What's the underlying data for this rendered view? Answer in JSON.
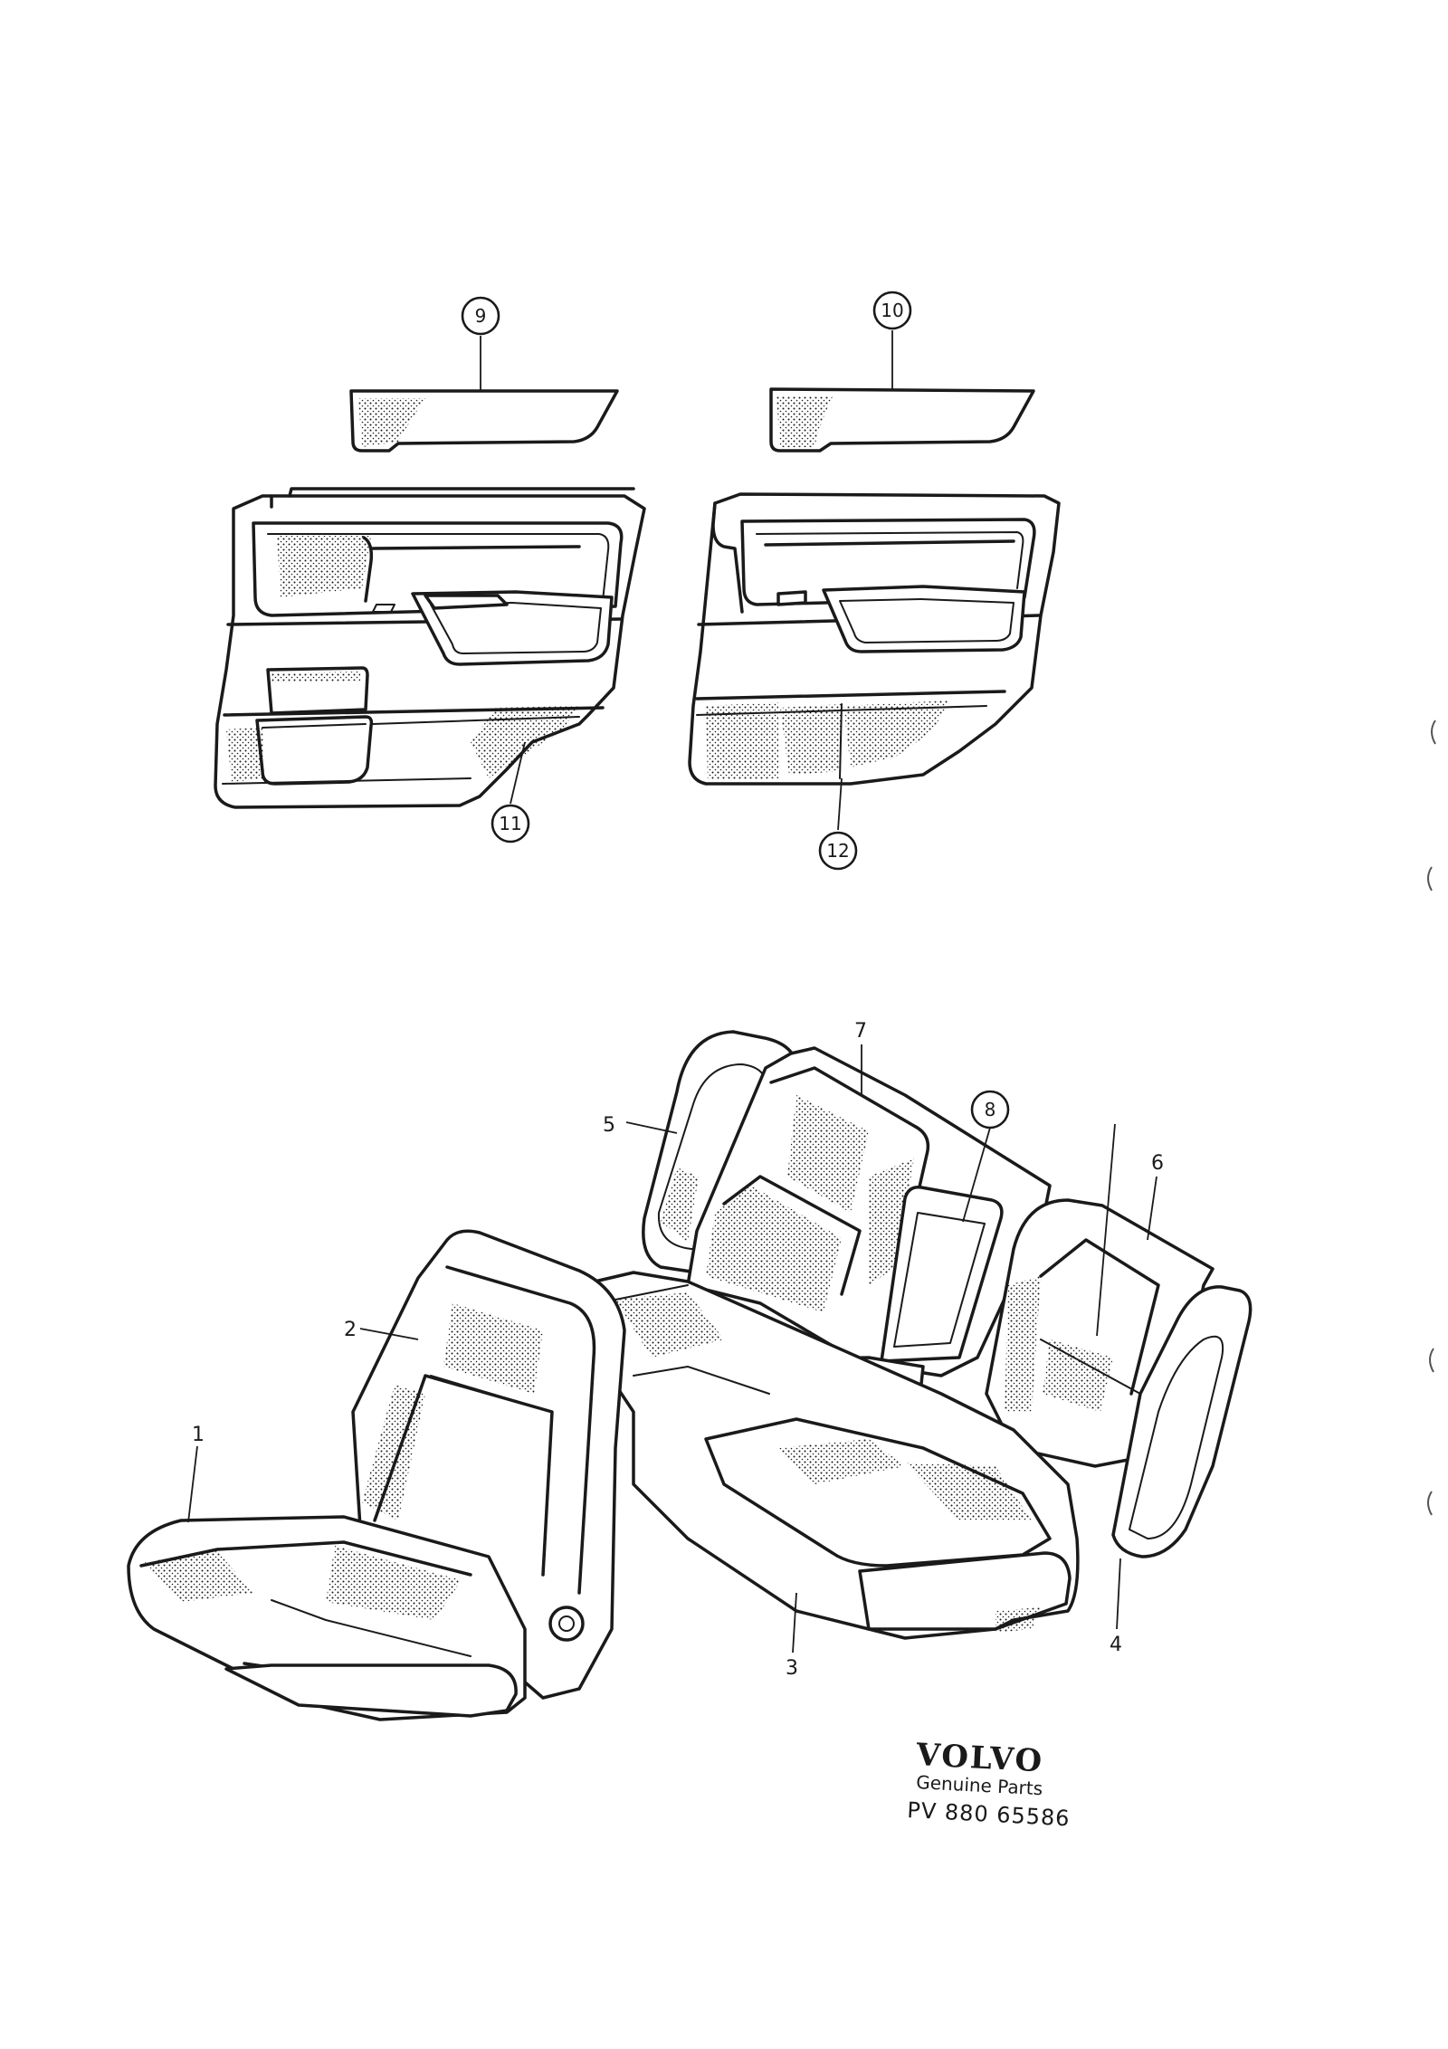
{
  "callouts": {
    "c1": "1",
    "c2": "2",
    "c3": "3",
    "c4": "4",
    "c5": "5",
    "c6": "6",
    "c7": "7",
    "c8": "8",
    "c9": "9",
    "c10": "10",
    "c11": "11",
    "c12": "12"
  },
  "branding": {
    "logo": "VOLVO",
    "subtitle": "Genuine Parts",
    "part_code": "PV 880 65586"
  }
}
